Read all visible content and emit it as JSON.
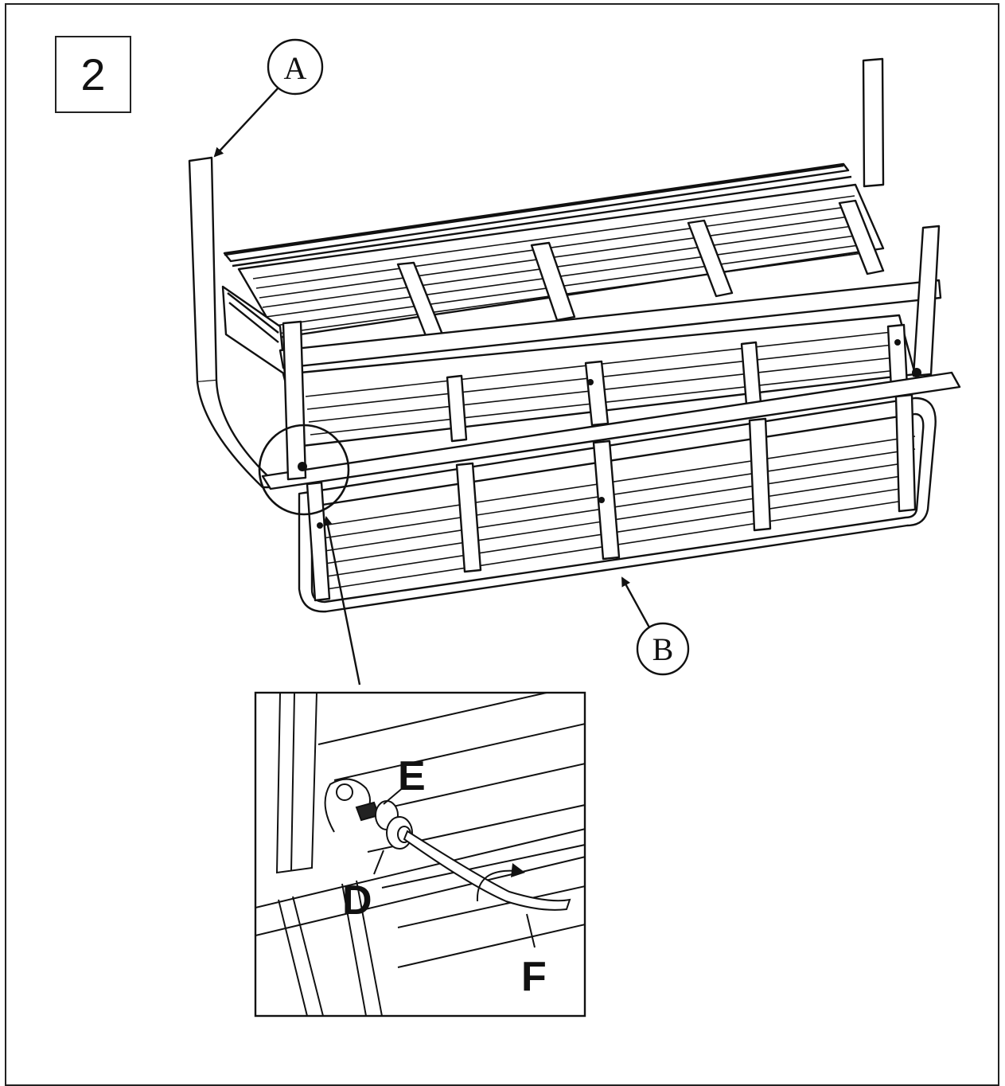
{
  "step": {
    "number": "2"
  },
  "callouts": {
    "a": "A",
    "b": "B"
  },
  "detail_labels": {
    "e": "E",
    "d": "D",
    "f": "F"
  }
}
